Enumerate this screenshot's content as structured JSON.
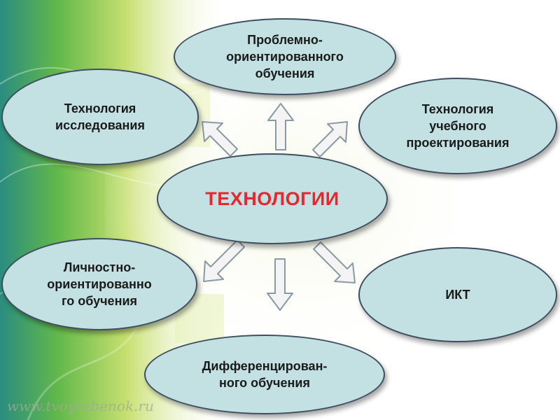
{
  "diagram": {
    "center": "ТЕХНОЛОГИИ",
    "nodes": {
      "top": "Проблемно-\nориентированного\nобучения",
      "left_top": "Технология\nисследования",
      "right_top": "Технология\nучебного\nпроектирования",
      "left_bottom": "Личностно-\nориентированно\nго обучения",
      "right_bottom": "ИКТ",
      "bottom": "Дифференцирован-\nного обучения"
    }
  },
  "watermark": "www.tvoyrebenok.ru",
  "colors": {
    "node_fill": "#c3e1e3",
    "node_border": "#3f4e60",
    "center_text": "#e8262c",
    "arrow_fill": "#f4f4f4",
    "arrow_stroke": "#8a9aa2"
  }
}
